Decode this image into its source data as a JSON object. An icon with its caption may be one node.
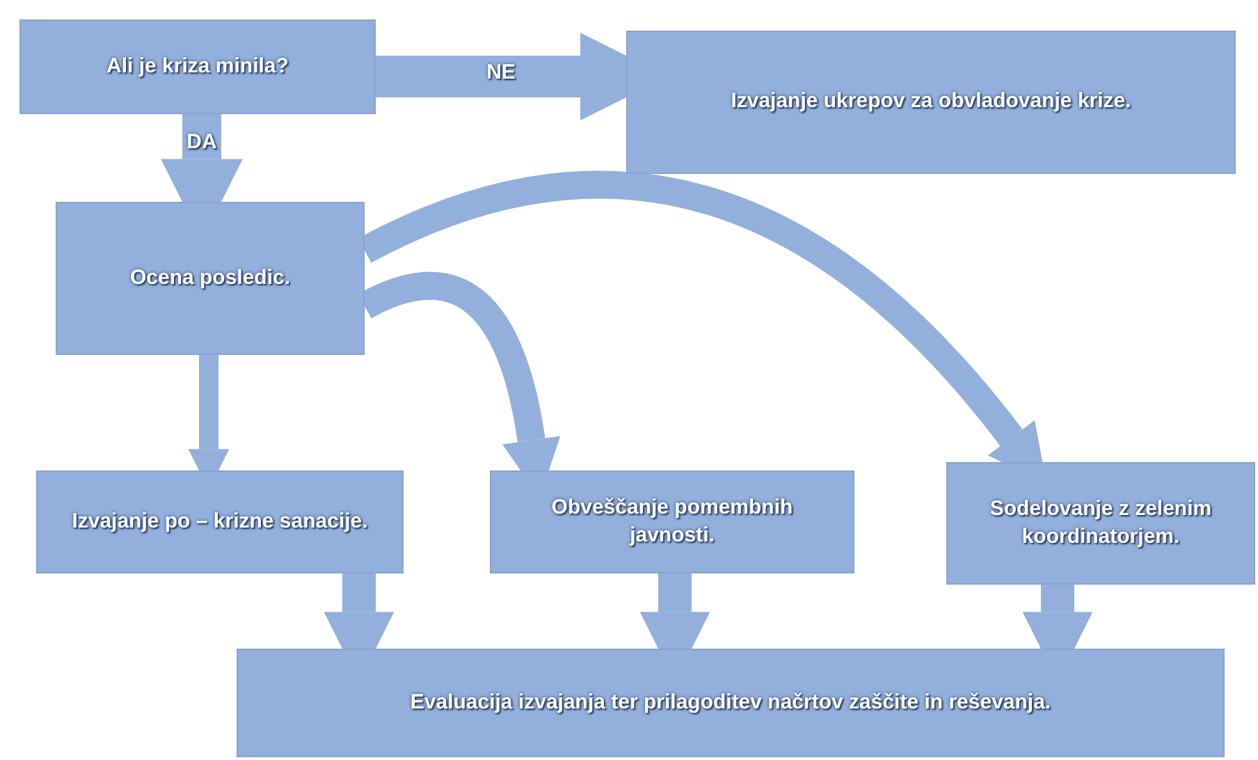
{
  "diagram": {
    "nodes": [
      {
        "text": [
          "Ali je kriza minila?"
        ]
      },
      {
        "text": [
          "Izvajanje ukrepov za obvladovanje krize."
        ]
      },
      {
        "text": [
          "Ocena posledic."
        ]
      },
      {
        "text": [
          "Izvajanje po – krizne sanacije."
        ]
      },
      {
        "text": [
          "Obveščanje pomembnih javnosti."
        ]
      },
      {
        "text": [
          "Sodelovanje z zelenim koordinatorjem."
        ]
      },
      {
        "text": [
          "Evaluacija izvajanja ter prilagoditev načrtov zaščite in reševanja."
        ]
      }
    ],
    "edges": [
      {
        "from": 0,
        "to": 1,
        "arrow": "to",
        "label": "NE"
      },
      {
        "from": 0,
        "to": 2,
        "arrow": "to",
        "label": "DA"
      },
      {
        "from": 2,
        "to": 3,
        "arrow": "to"
      },
      {
        "from": 2,
        "to": 4,
        "arrow": "to"
      },
      {
        "from": 2,
        "to": 5,
        "arrow": "to"
      },
      {
        "from": 3,
        "to": 6,
        "arrow": "to"
      },
      {
        "from": 4,
        "to": 6,
        "arrow": "to"
      },
      {
        "from": 5,
        "to": 6,
        "arrow": "to"
      }
    ]
  }
}
